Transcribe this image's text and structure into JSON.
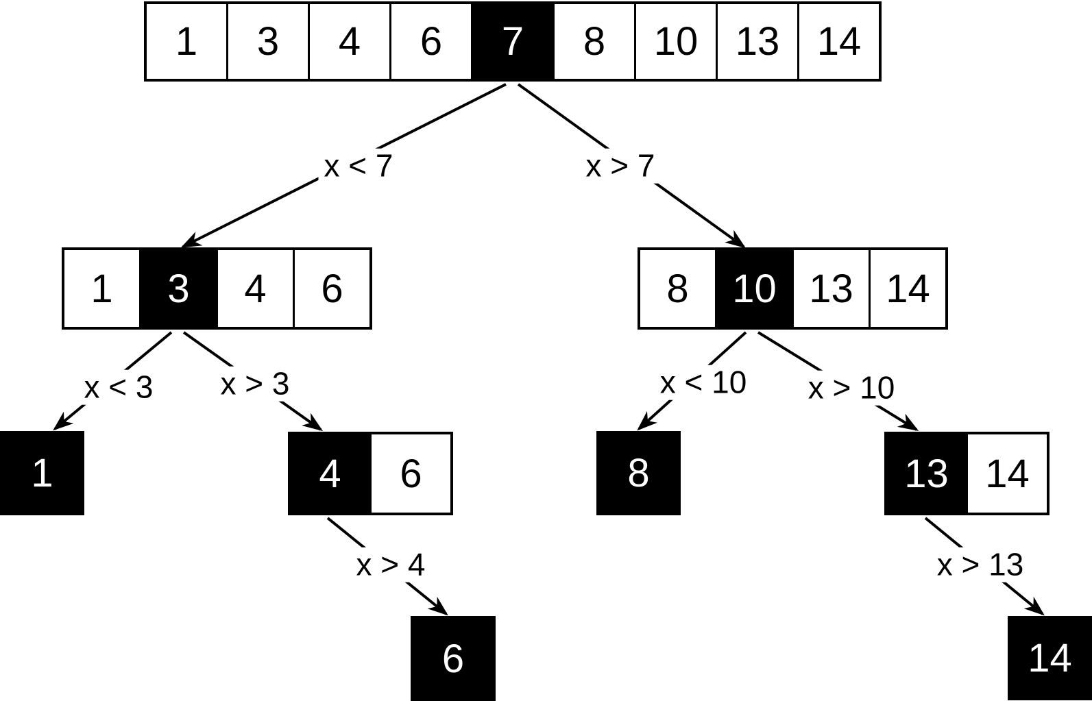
{
  "diagram_type": "binary-search-tree-from-sorted-array",
  "tree": {
    "nodes": [
      {
        "id": "root-array",
        "cells": [
          "1",
          "3",
          "4",
          "6",
          "7",
          "8",
          "10",
          "13",
          "14"
        ],
        "highlight_value": "7",
        "highlight_index": 4
      },
      {
        "id": "left-subarray",
        "cells": [
          "1",
          "3",
          "4",
          "6"
        ],
        "highlight_value": "3",
        "highlight_index": 1
      },
      {
        "id": "right-subarray",
        "cells": [
          "8",
          "10",
          "13",
          "14"
        ],
        "highlight_value": "10",
        "highlight_index": 1
      },
      {
        "id": "leaf-1",
        "cells": [
          "1"
        ],
        "highlight_value": "1",
        "highlight_index": 0
      },
      {
        "id": "subarray-4-6",
        "cells": [
          "4",
          "6"
        ],
        "highlight_value": "4",
        "highlight_index": 0
      },
      {
        "id": "leaf-8",
        "cells": [
          "8"
        ],
        "highlight_value": "8",
        "highlight_index": 0
      },
      {
        "id": "subarray-13-14",
        "cells": [
          "13",
          "14"
        ],
        "highlight_value": "13",
        "highlight_index": 0
      },
      {
        "id": "leaf-6",
        "cells": [
          "6"
        ],
        "highlight_value": "6",
        "highlight_index": 0
      },
      {
        "id": "leaf-14",
        "cells": [
          "14"
        ],
        "highlight_value": "14",
        "highlight_index": 0
      }
    ],
    "edges": [
      {
        "from": "7",
        "to": "3",
        "label": "x < 7"
      },
      {
        "from": "7",
        "to": "10",
        "label": "x > 7"
      },
      {
        "from": "3",
        "to": "1",
        "label": "x < 3"
      },
      {
        "from": "3",
        "to": "4",
        "label": "x > 3"
      },
      {
        "from": "10",
        "to": "8",
        "label": "x < 10"
      },
      {
        "from": "10",
        "to": "13",
        "label": "x > 10"
      },
      {
        "from": "4",
        "to": "6",
        "label": "x > 4"
      },
      {
        "from": "13",
        "to": "14",
        "label": "x > 13"
      }
    ],
    "colors": {
      "highlight_bg": "#000000",
      "highlight_text": "#ffffff",
      "cell_bg": "#ffffff",
      "cell_text": "#000000",
      "line": "#000000"
    }
  }
}
